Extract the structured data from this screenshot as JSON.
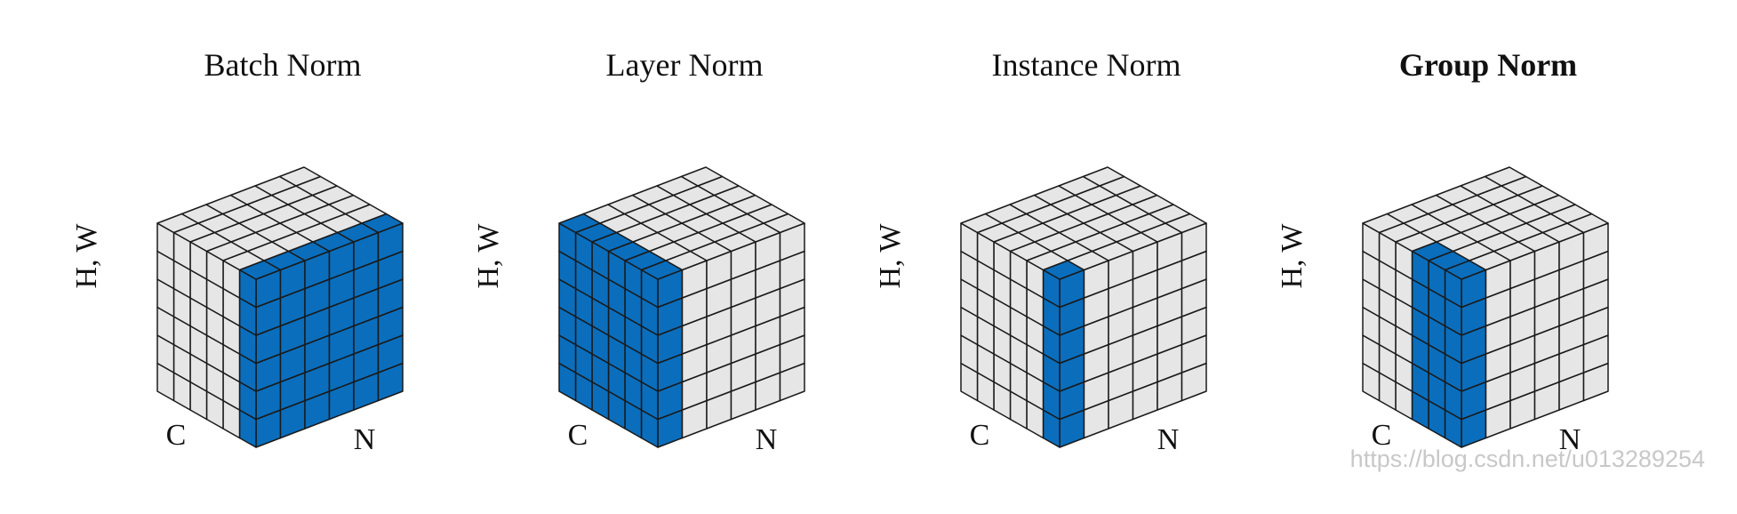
{
  "panels": [
    {
      "title": "Batch Norm",
      "bold": false,
      "axes": {
        "hw": "H, W",
        "c": "C",
        "n": "N"
      },
      "highlight": "batch"
    },
    {
      "title": "Layer Norm",
      "bold": false,
      "axes": {
        "hw": "H, W",
        "c": "C",
        "n": "N"
      },
      "highlight": "layer"
    },
    {
      "title": "Instance Norm",
      "bold": false,
      "axes": {
        "hw": "H, W",
        "c": "C",
        "n": "N"
      },
      "highlight": "instance"
    },
    {
      "title": "Group Norm",
      "bold": true,
      "axes": {
        "hw": "H, W",
        "c": "C",
        "n": "N"
      },
      "highlight": "group"
    }
  ],
  "grid": {
    "n_cells": 6,
    "c_cells": 6,
    "hw_cells": 6
  },
  "colors": {
    "highlight": "#0a6ebd",
    "cell": "#e6e6e6",
    "stroke": "#1a1a1a"
  },
  "watermark": "https://blog.csdn.net/u013289254"
}
